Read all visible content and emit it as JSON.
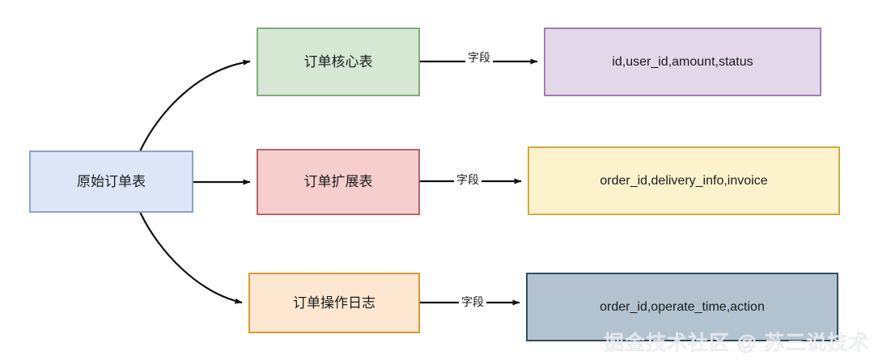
{
  "diagram": {
    "title": "order table split flow",
    "nodes": {
      "source": {
        "label": "原始订单表",
        "fill": "#dce6f6",
        "stroke": "#8ba3cc"
      },
      "core": {
        "label": "订单核心表",
        "fill": "#d5e8d4",
        "stroke": "#81ab7e"
      },
      "extension": {
        "label": "订单扩展表",
        "fill": "#f5cecd",
        "stroke": "#b5676b"
      },
      "log": {
        "label": "订单操作日志",
        "fill": "#fde7d0",
        "stroke": "#d79b30"
      },
      "core_fields": {
        "label": "id,user_id,amount,status",
        "fill": "#e3d7ea",
        "stroke": "#9f7cb0"
      },
      "extension_fields": {
        "label": "order_id,delivery_info,invoice",
        "fill": "#fcf3cd",
        "stroke": "#ccad43"
      },
      "log_fields": {
        "label": "order_id,operate_time,action",
        "fill": "#b2c3cf",
        "stroke": "#2f4d5e"
      }
    },
    "edges": {
      "source_to_core": {
        "label": ""
      },
      "source_to_extension": {
        "label": ""
      },
      "source_to_log": {
        "label": ""
      },
      "core_to_fields": {
        "label": "字段"
      },
      "extension_to_fields": {
        "label": "字段"
      },
      "log_to_fields": {
        "label": "字段"
      }
    },
    "arrow_color": "#111111",
    "watermark": "掘金技术社区 @ 苏三说技术"
  }
}
